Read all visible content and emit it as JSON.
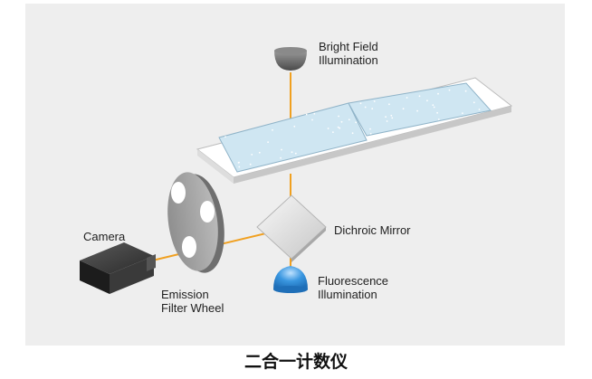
{
  "labels": {
    "bright_field": [
      "Bright Field",
      "Illumination"
    ],
    "dichroic_mirror": "Dichroic Mirror",
    "camera": "Camera",
    "fluorescence": [
      "Fluorescence",
      "Illumination"
    ],
    "emission_filter": [
      "Emission",
      "Filter Wheel"
    ]
  },
  "caption": "二合一计数仪",
  "colors": {
    "background_panel": "#eeeeee",
    "light_beam": "#f0a020",
    "slide_fill": "#ffffff",
    "chamber_fill": "#cfe6f2",
    "dome_top": "#707070",
    "dome_blue": "#2f8fd8"
  }
}
